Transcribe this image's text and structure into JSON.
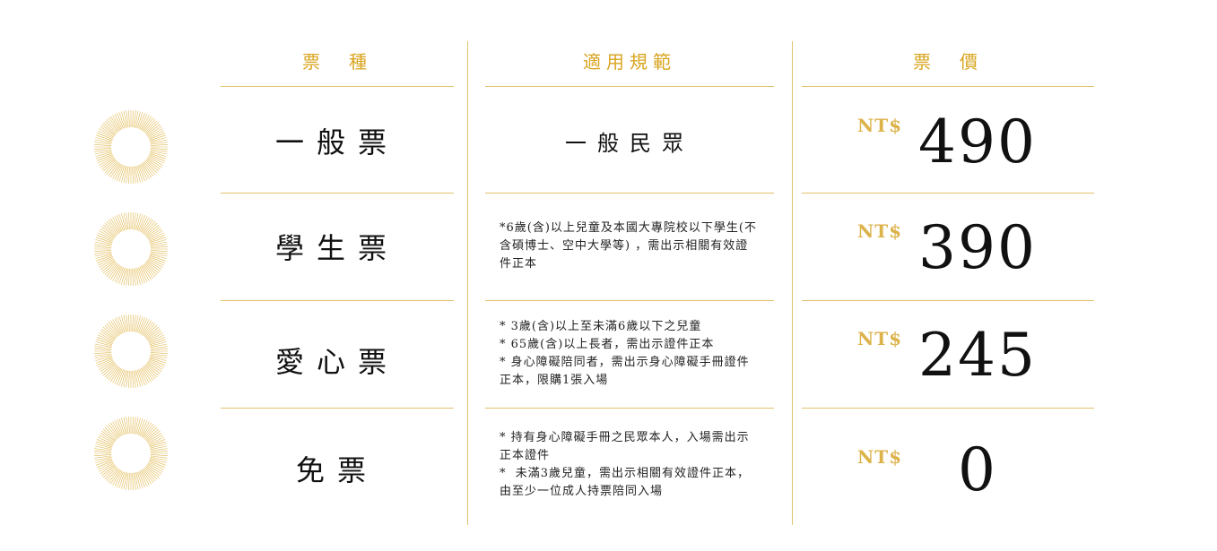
{
  "headers": {
    "ticket_type": "票　種",
    "rules": "適用規範",
    "price": "票　價"
  },
  "accent_color": "#d9a520",
  "currency": "NT$",
  "rows": [
    {
      "name": "一般票",
      "rule": "一般民眾",
      "price": "490"
    },
    {
      "name": "學生票",
      "rule": "*6歲(含)以上兒童及本國大專院校以下學生(不含碩博士、空中大學等) ，需出示相關有效證件正本",
      "price": "390"
    },
    {
      "name": "愛心票",
      "rule": "* 3歲(含)以上至未滿6歲以下之兒童\n* 65歲(含)以上長者，需出示證件正本\n* 身心障礙陪同者，需出示身心障礙手冊證件正本，限購1張入場",
      "price": "245"
    },
    {
      "name": "免票",
      "rule": "* 持有身心障礙手冊之民眾本人，入場需出示正本證件\n*  未滿3歲兒童，需出示相關有效證件正本，由至少一位成人持票陪同入場",
      "price": "0"
    }
  ],
  "icons": [
    "sunburst-icon",
    "sunburst-icon",
    "sunburst-icon",
    "sunburst-icon"
  ]
}
